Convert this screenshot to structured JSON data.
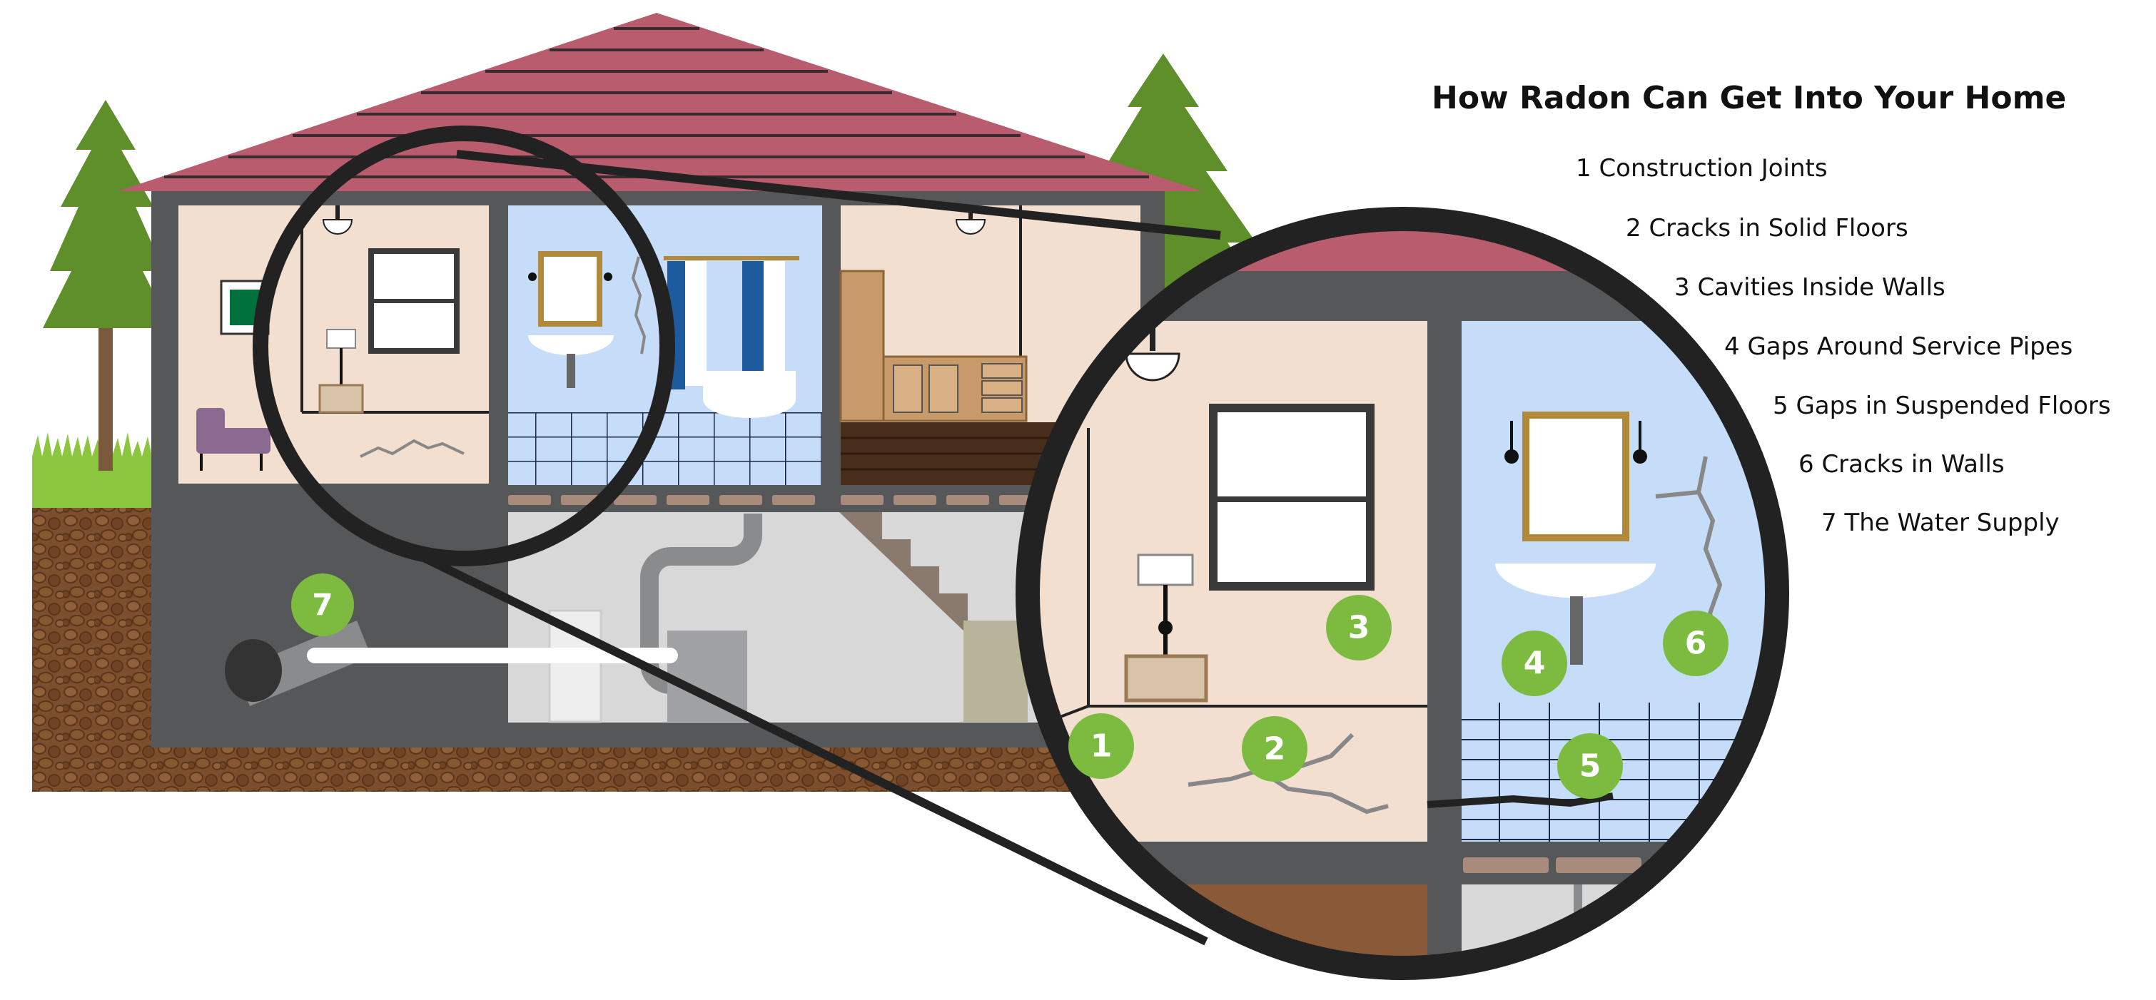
{
  "title": "How Radon Can Get Into Your Home",
  "legend": [
    {
      "label": "1 Construction Joints"
    },
    {
      "label": "2 Cracks in Solid Floors"
    },
    {
      "label": "3 Cavities Inside Walls"
    },
    {
      "label": "4 Gaps Around Service Pipes"
    },
    {
      "label": "5 Gaps in Suspended Floors"
    },
    {
      "label": "6 Cracks in Walls"
    },
    {
      "label": "7 The Water Supply"
    }
  ],
  "markers": {
    "m1": "1",
    "m2": "2",
    "m3": "3",
    "m4": "4",
    "m5": "5",
    "m6": "6",
    "m7": "7"
  },
  "colors": {
    "roof": "#b85c6e",
    "marker": "#7cbb3f",
    "soil": "#7b4e2e",
    "wall": "#555759",
    "tree": "#5e8f2a",
    "room_beige": "#f2dfd0",
    "room_blue": "#c6ddfa",
    "basement": "#d8d8d9"
  },
  "icons": [
    "tree-icon",
    "lamp-icon",
    "window-icon",
    "picture-frame-icon",
    "armchair-icon",
    "mirror-icon",
    "sink-icon",
    "shower-icon",
    "cabinet-icon",
    "staircase-icon",
    "pipe-icon",
    "water-heater-icon",
    "magnifier-icon"
  ]
}
